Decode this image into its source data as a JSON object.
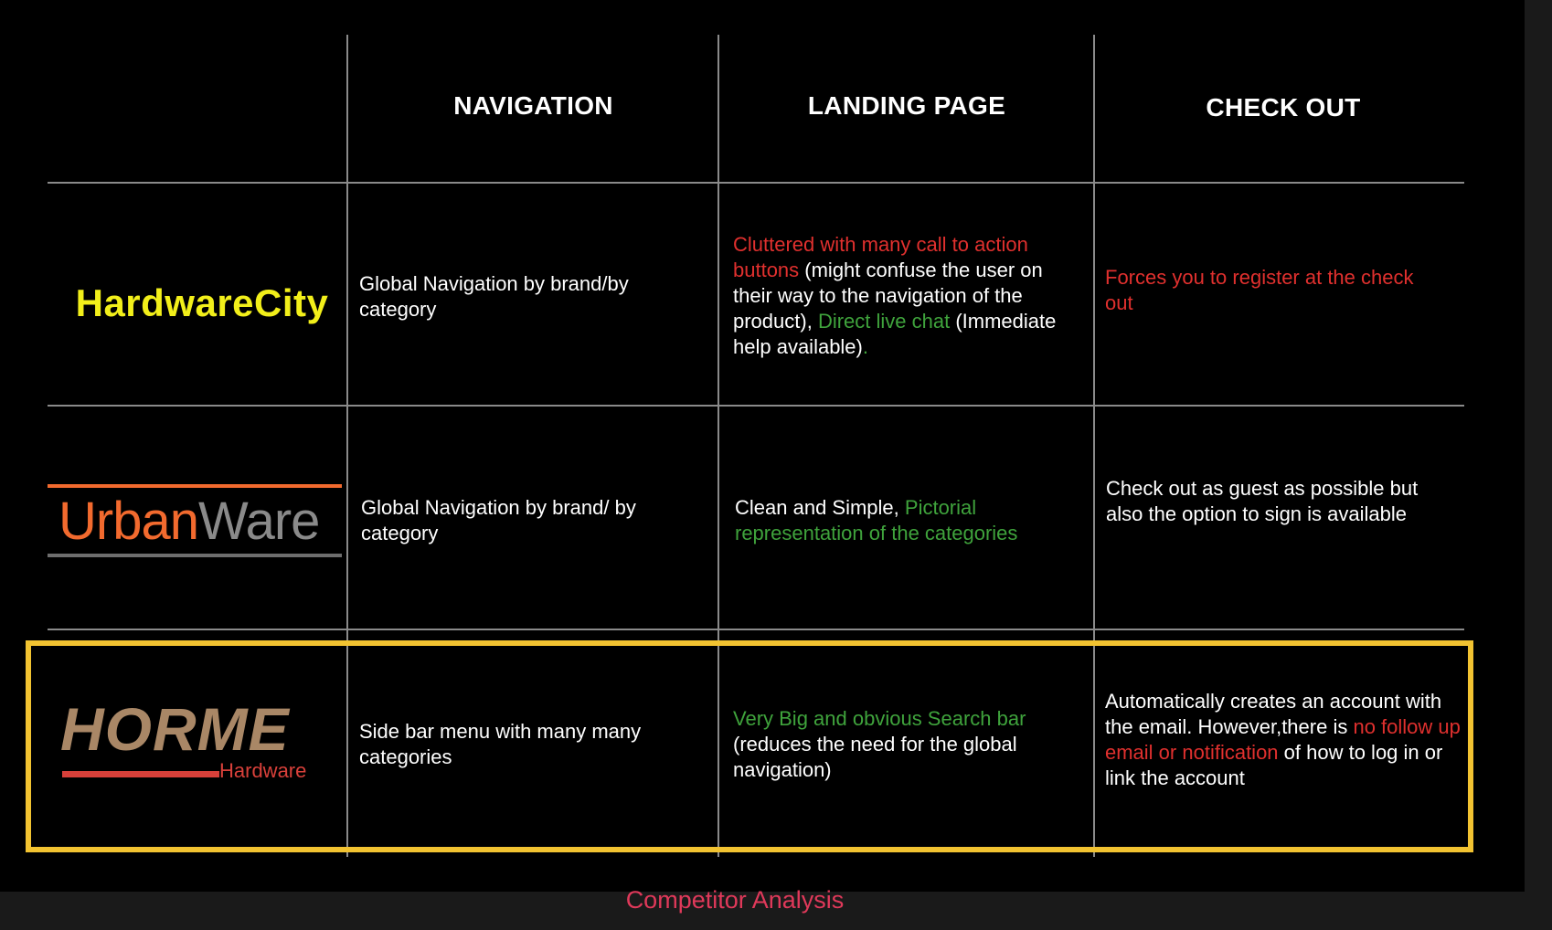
{
  "headers": {
    "navigation": "NAVIGATION",
    "landing": "LANDING PAGE",
    "checkout": "CHECK OUT"
  },
  "rows": {
    "hardwarecity": {
      "logo": "HardwareCity",
      "navigation": "Global Navigation by brand/by category",
      "landing": {
        "p1": "Cluttered with many call to action buttons",
        "p2": " (might confuse the user on their way to the navigation of the product), ",
        "p3": "Direct live chat",
        "p4": " (Immediate help available)",
        "p5": "."
      },
      "checkout": "Forces you to register at the check out"
    },
    "urbanware": {
      "logo_urban": "Urban",
      "logo_ware": "Ware",
      "navigation": "Global Navigation by brand/ by category",
      "landing": {
        "p1": "Clean and Simple, ",
        "p2": "Pictorial representation of the categories"
      },
      "checkout": "Check out as guest as possible but also the option to sign is available"
    },
    "horme": {
      "logo_main": "HORME",
      "logo_sub": "Hardware",
      "navigation": "Side bar menu with many many categories",
      "landing": {
        "p1": "Very Big and obvious Search bar",
        "p2": " (reduces the need for the global navigation)"
      },
      "checkout": {
        "p1": "Automatically creates an account with the email. However,there is ",
        "p2": "no follow up email or notification",
        "p3": " of how to log in or link the account"
      }
    }
  },
  "caption": "Competitor Analysis",
  "colors": {
    "negative": "#e0302e",
    "positive": "#3fa33c",
    "highlight_border": "#f2c331",
    "caption": "#e0395a"
  }
}
